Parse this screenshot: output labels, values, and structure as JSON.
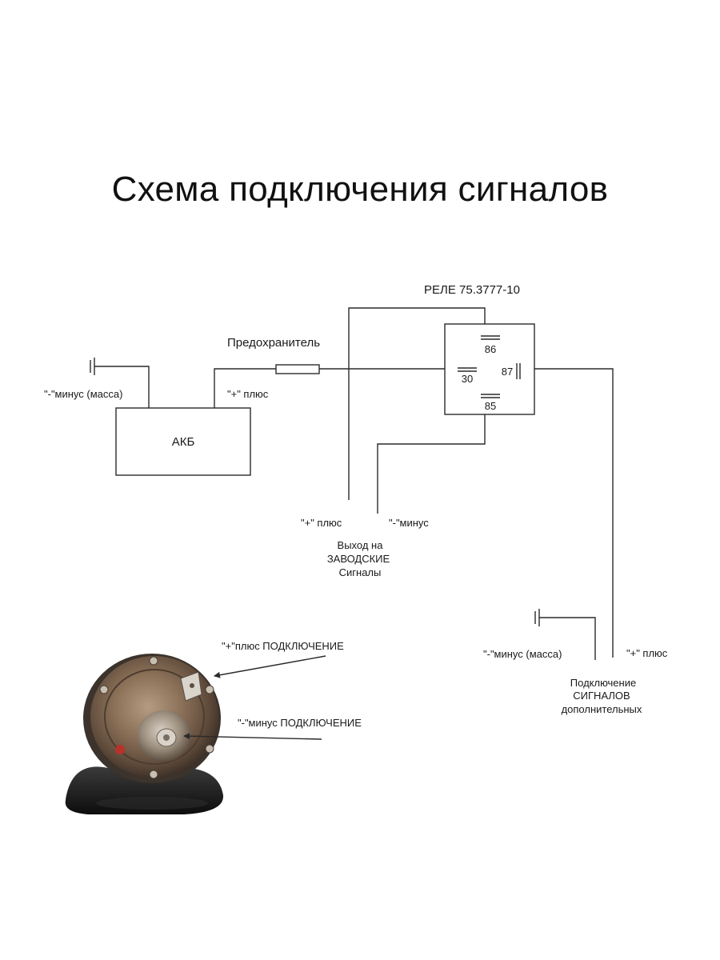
{
  "title": "Схема подключения сигналов",
  "relay": {
    "label": "РЕЛЕ 75.3777-10",
    "pins": {
      "p86": "86",
      "p30": "30",
      "p87": "87",
      "p85": "85"
    }
  },
  "fuse": {
    "label": "Предохранитель"
  },
  "battery": {
    "label": "АКБ",
    "minus_label": "\"-\"минус (масса)",
    "plus_label": "\"+\" плюс"
  },
  "factory_output": {
    "plus_label": "\"+\" плюс",
    "minus_label": "\"-\"минус",
    "caption_lines": [
      "Выход на",
      "ЗАВОДСКИЕ",
      "Сигналы"
    ]
  },
  "additional_output": {
    "minus_label": "\"-\"минус (масса)",
    "plus_label": "\"+\" плюс",
    "caption_lines": [
      "Подключение",
      "СИГНАЛОВ",
      "дополнительных"
    ]
  },
  "horn_photo": {
    "plus_callout": "\"+\"плюс ПОДКЛЮЧЕНИЕ",
    "minus_callout": "\"-\"минус ПОДКЛЮЧЕНИЕ"
  }
}
